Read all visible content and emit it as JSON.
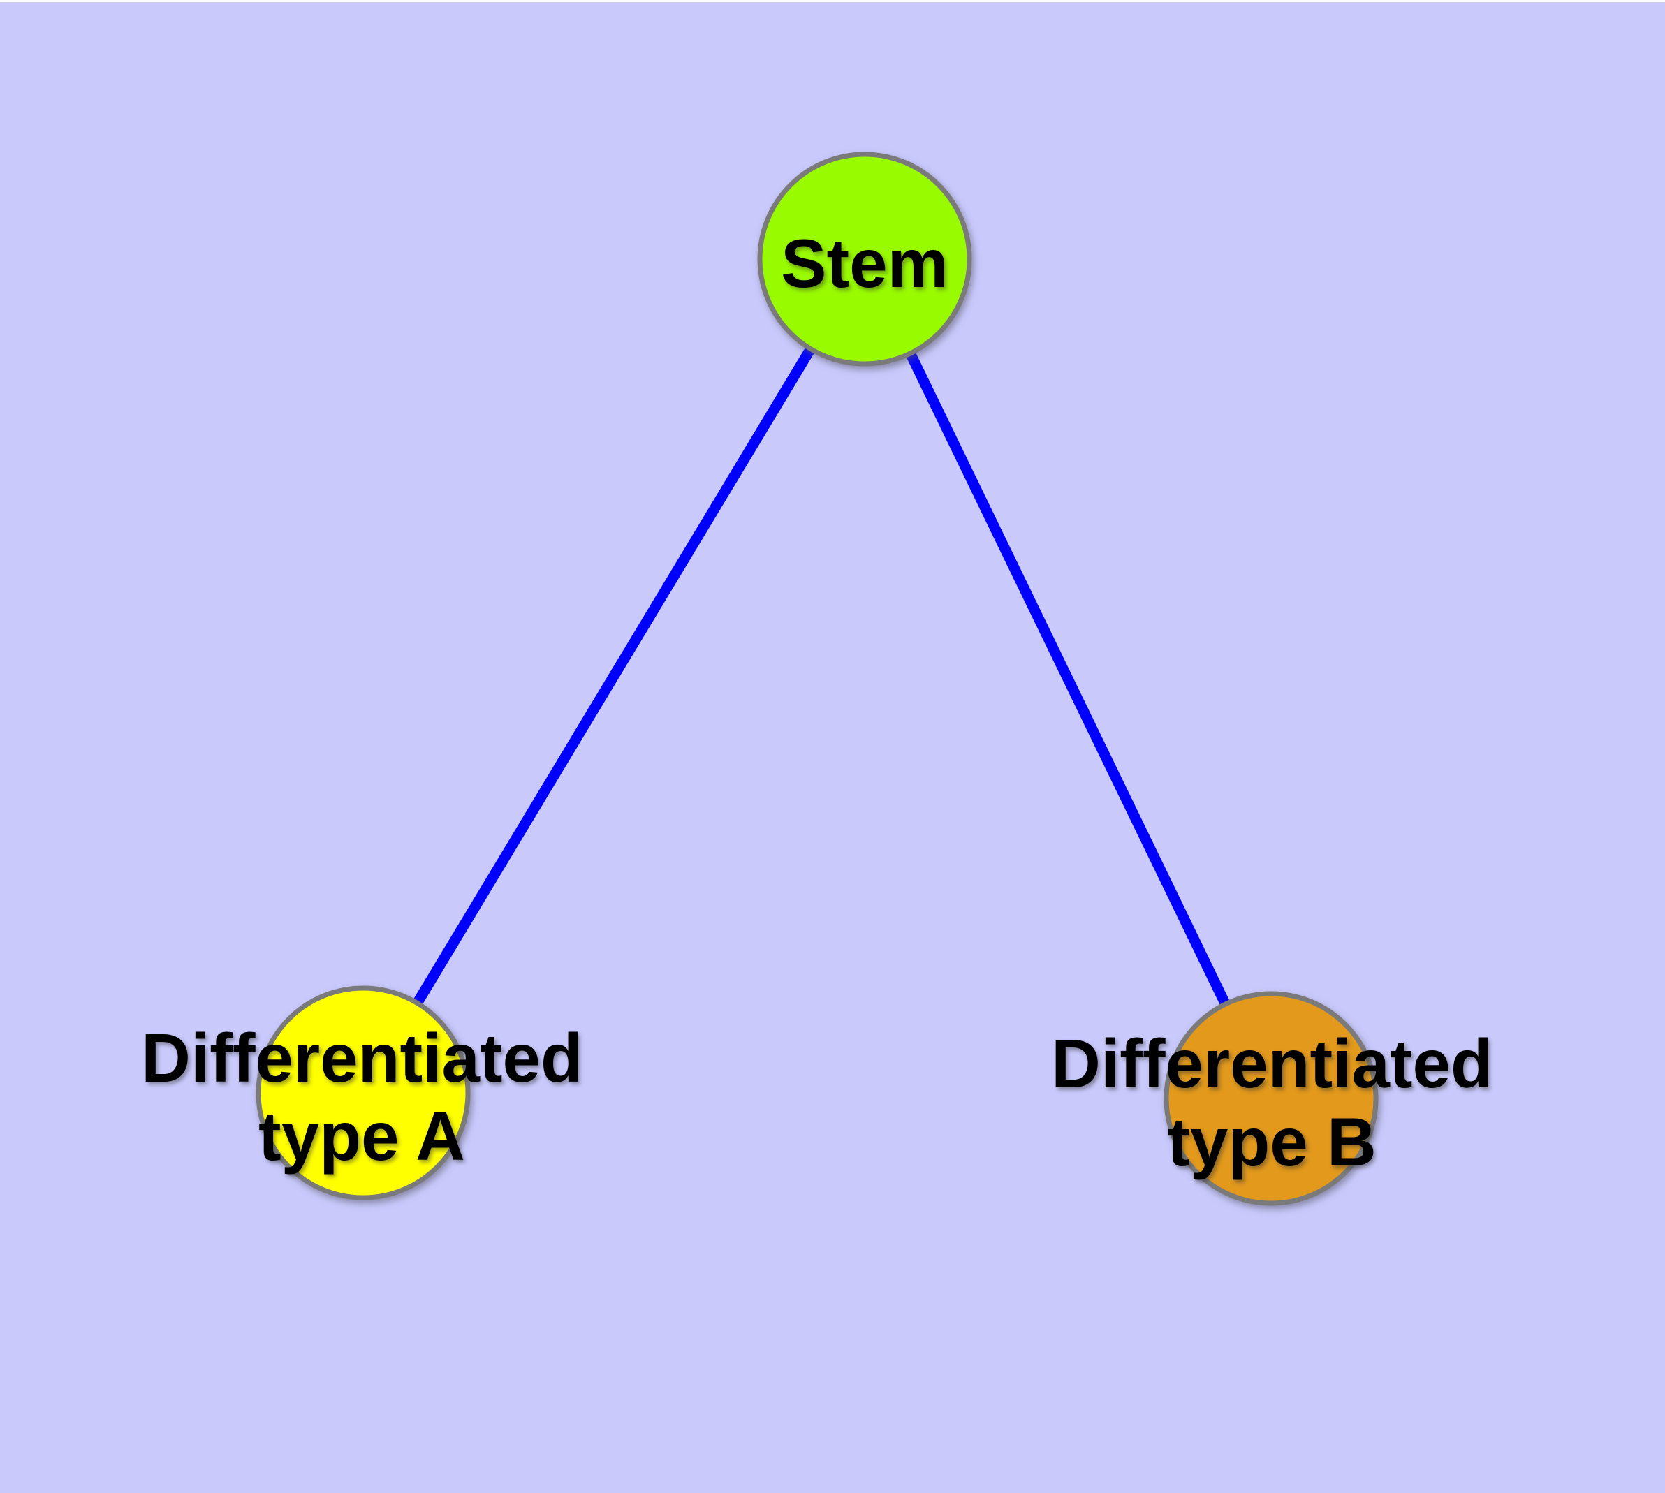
{
  "diagram": {
    "type": "node-link-graph",
    "background_color": "#C9C9FC",
    "edge_color": "#0000FF",
    "node_border_color": "#7A7A7A",
    "label_color": "#000000",
    "nodes": [
      {
        "id": "stem",
        "label": "Stem",
        "fill_color": "#99FB00"
      },
      {
        "id": "differentiated-type-a",
        "label": "Differentiated\ntype A",
        "fill_color": "#FFFF00"
      },
      {
        "id": "differentiated-type-b",
        "label": "Differentiated\ntype B",
        "fill_color": "#E2991B"
      }
    ],
    "edges": [
      {
        "from": "Stem",
        "to": "Differentiated type A"
      },
      {
        "from": "Stem",
        "to": "Differentiated type B"
      }
    ]
  }
}
